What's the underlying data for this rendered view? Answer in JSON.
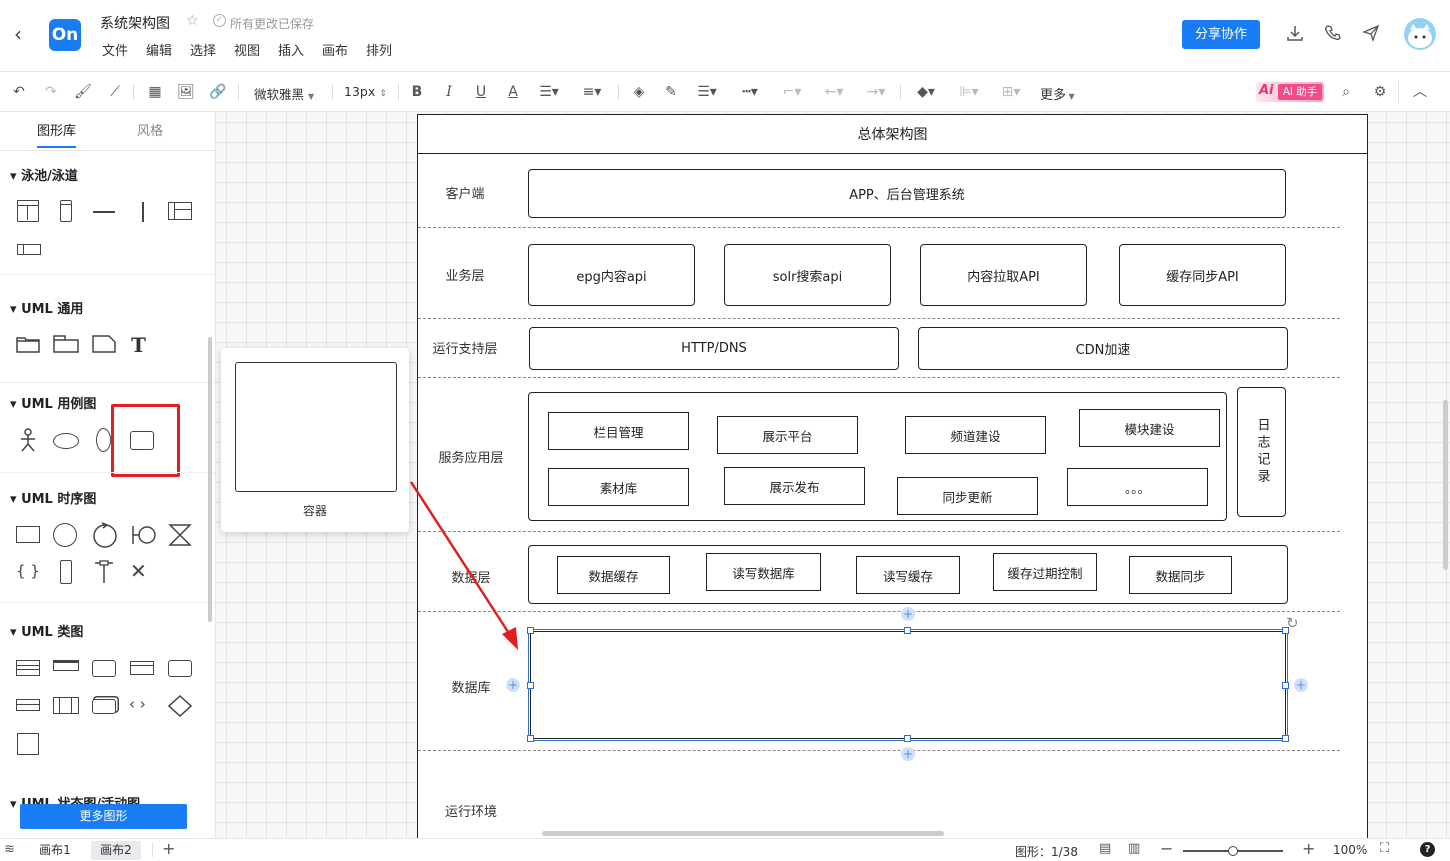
{
  "app": {
    "logo": "On",
    "title": "系统架构图",
    "save_status": "所有更改已保存",
    "menu": [
      "文件",
      "编辑",
      "选择",
      "视图",
      "插入",
      "画布",
      "排列"
    ],
    "share_button": "分享协作"
  },
  "toolbar": {
    "font_family": "微软雅黑",
    "font_size": "13px",
    "more": "更多",
    "ai_badge": "Ai",
    "ai_button": "AI 助手"
  },
  "left_panel": {
    "tabs": [
      "图形库",
      "风格"
    ],
    "active_tab": "图形库",
    "sections": [
      {
        "title": "泳池/泳道"
      },
      {
        "title": "UML 通用"
      },
      {
        "title": "UML 用例图"
      },
      {
        "title": "UML 时序图"
      },
      {
        "title": "UML 类图"
      },
      {
        "title": "UML 状态图/活动图"
      }
    ],
    "more_shapes_button": "更多图形",
    "tooltip_label": "容器"
  },
  "diagram": {
    "title": "总体架构图",
    "lanes": [
      {
        "label": "客户端",
        "items": [
          "APP、后台管理系统"
        ]
      },
      {
        "label": "业务层",
        "items": [
          "epg内容api",
          "solr搜索api",
          "内容拉取API",
          "缓存同步API"
        ]
      },
      {
        "label": "运行支持层",
        "items": [
          "HTTP/DNS",
          "CDN加速"
        ]
      },
      {
        "label": "服务应用层",
        "items": [
          "栏目管理",
          "展示平台",
          "频道建设",
          "模块建设",
          "素材库",
          "展示发布",
          "同步更新",
          "。。。"
        ],
        "side": "日志记录"
      },
      {
        "label": "数据层",
        "items": [
          "数据缓存",
          "读写数据库",
          "读写缓存",
          "缓存过期控制",
          "数据同步"
        ]
      },
      {
        "label": "数据库",
        "items": []
      },
      {
        "label": "运行环境",
        "items": []
      }
    ]
  },
  "statusbar": {
    "pages": [
      "画布1",
      "画布2"
    ],
    "active_page": "画布2",
    "shape_count": "图形：1/38",
    "zoom": "100%",
    "zoom_level": 0.5
  },
  "colors": {
    "accent": "#1a7cf5",
    "highlight_red": "#e02020",
    "selection": "#2b6fd6"
  }
}
